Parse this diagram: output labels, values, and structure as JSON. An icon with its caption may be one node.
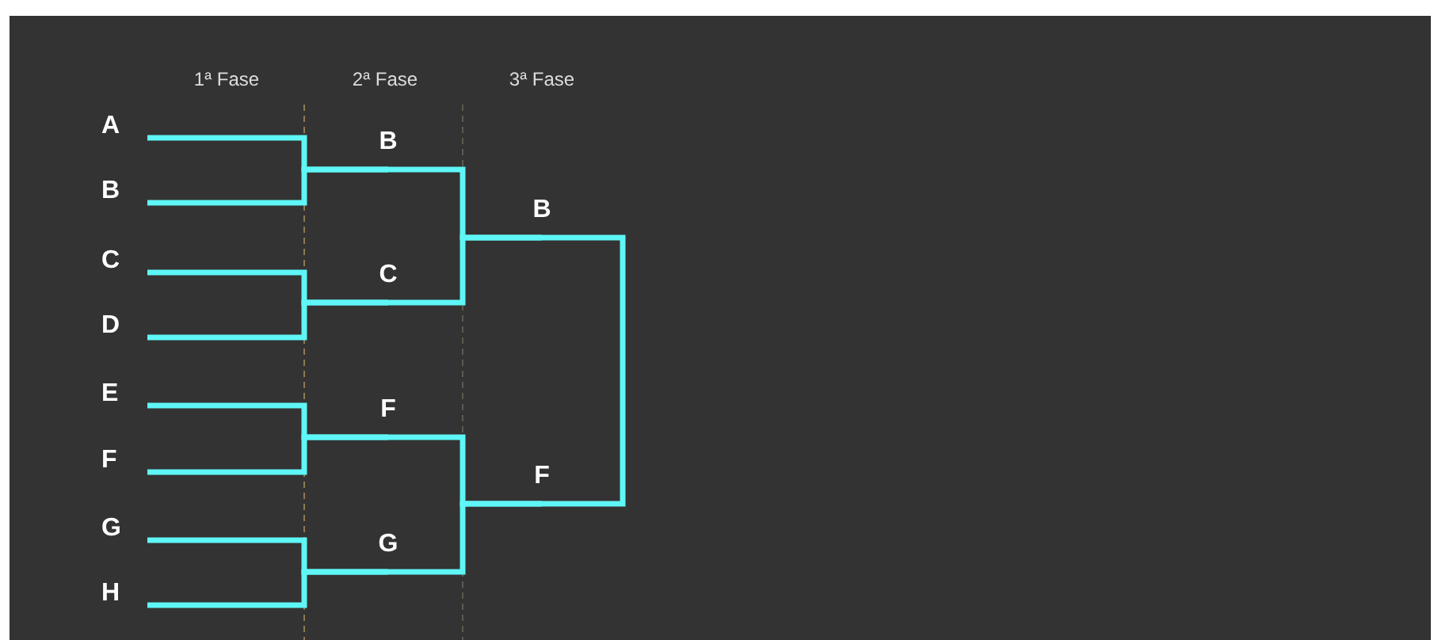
{
  "diagram": {
    "nodes": [
      {
        "text": [
          "A"
        ]
      },
      {
        "text": [
          "B"
        ]
      },
      {
        "text": [
          "C"
        ]
      },
      {
        "text": [
          "D"
        ]
      },
      {
        "text": [
          "E"
        ]
      },
      {
        "text": [
          "F"
        ]
      },
      {
        "text": [
          "G"
        ]
      },
      {
        "text": [
          "H"
        ]
      },
      {
        "text": [
          "B"
        ]
      },
      {
        "text": [
          "C"
        ]
      },
      {
        "text": [
          "F"
        ]
      },
      {
        "text": [
          "G"
        ]
      },
      {
        "text": [
          "B"
        ]
      },
      {
        "text": [
          "F"
        ]
      }
    ],
    "edges": [
      {
        "from": 0,
        "to": 8,
        "arrow": "none"
      },
      {
        "from": 1,
        "to": 8,
        "arrow": "none"
      },
      {
        "from": 2,
        "to": 9,
        "arrow": "none"
      },
      {
        "from": 3,
        "to": 9,
        "arrow": "none"
      },
      {
        "from": 4,
        "to": 10,
        "arrow": "none"
      },
      {
        "from": 5,
        "to": 10,
        "arrow": "none"
      },
      {
        "from": 6,
        "to": 11,
        "arrow": "none"
      },
      {
        "from": 7,
        "to": 11,
        "arrow": "none"
      },
      {
        "from": 8,
        "to": 12,
        "arrow": "none"
      },
      {
        "from": 9,
        "to": 12,
        "arrow": "none"
      },
      {
        "from": 10,
        "to": 13,
        "arrow": "none"
      },
      {
        "from": 11,
        "to": 13,
        "arrow": "none"
      },
      {
        "from": 12,
        "to": 13,
        "arrow": "none"
      }
    ],
    "labels": [
      "1ª Fase",
      "2ª Fase",
      "3ª Fase"
    ]
  }
}
